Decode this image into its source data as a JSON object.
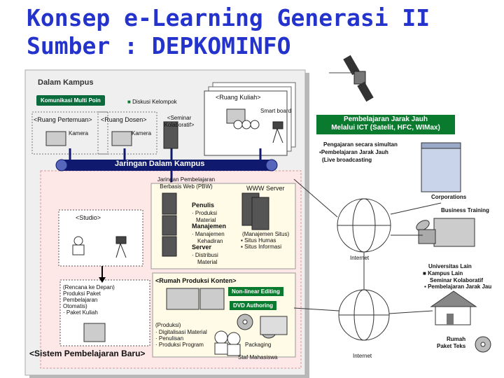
{
  "title": {
    "line1": "Konsep e-Learning Generasi II",
    "line2": "Sumber : DEPKOMINFO"
  },
  "campus": {
    "label": "Dalam Kampus",
    "multimedia": "Komunikasi Multi Poin",
    "discussion": "Diskusi Kelompok",
    "lecture_room": "<Ruang Kuliah>",
    "smartboard": "Smart board",
    "meeting_room": "<Ruang Pertemuan>",
    "lecturer_room": "<Ruang Dosen>",
    "seminar": "<Seminar Kolaboratif>",
    "camera1": "Kamera",
    "camera2": "Kamera",
    "network": "Jaringan Dalam Kampus"
  },
  "distance": {
    "title_line1": "Pembelajaran Jarak Jauh",
    "title_line2": "Melalui ICT (Satelit, HFC, WIMax)",
    "note1": "Pengajaran secara simultan",
    "note2": "Pembelajaran Jarak Jauh",
    "note3": "(Live broadcasting"
  },
  "web": {
    "pbw": "Jaringan Pembelajaran Berbasis Web (PBW)",
    "www": "WWW Server",
    "penulis": "Penulis",
    "produksi": "Produksi",
    "material": "Material",
    "manajemen": "Manajemen",
    "manajemen2": "Manajemen",
    "kehadiran": "Kehadiran",
    "server": "Server",
    "distribusi": "Distribusi",
    "material2": "Material",
    "situs1": "(Manajemen Situs)",
    "situs2": "Situs Humas",
    "situs3": "Situs Informasi"
  },
  "studio": "<Studio>",
  "production": {
    "title": "<Rumah Produksi Konten>",
    "nonlinear": "Non-linear Editing",
    "dvd": "DVD Authoring",
    "items": [
      "(Produksi)",
      "Digitalisasi Material",
      "Penulisan",
      "Produksi Program"
    ],
    "packaging": "Packaging",
    "staff": "Staf Mahasiswa"
  },
  "plan": {
    "l1": "(Rencana ke Depan)",
    "l2": "Produksi Paket",
    "l3": "Pembelajaran",
    "l4": "Otomatis)",
    "l5": "Paket Kuliah",
    "system": "<Sistem Pembelajaran Baru>"
  },
  "right": {
    "corporations": "Corporations",
    "business": "Business Training",
    "internet1": "Internet",
    "univ1": "Universitas Lain",
    "univ2": "Kampus Lain",
    "univ3": "Seminar Kolaboratif",
    "univ4": "Pembelajaran Jarak Jau",
    "house1": "Rumah",
    "house2": "Paket Teks",
    "internet2": "Internet"
  }
}
